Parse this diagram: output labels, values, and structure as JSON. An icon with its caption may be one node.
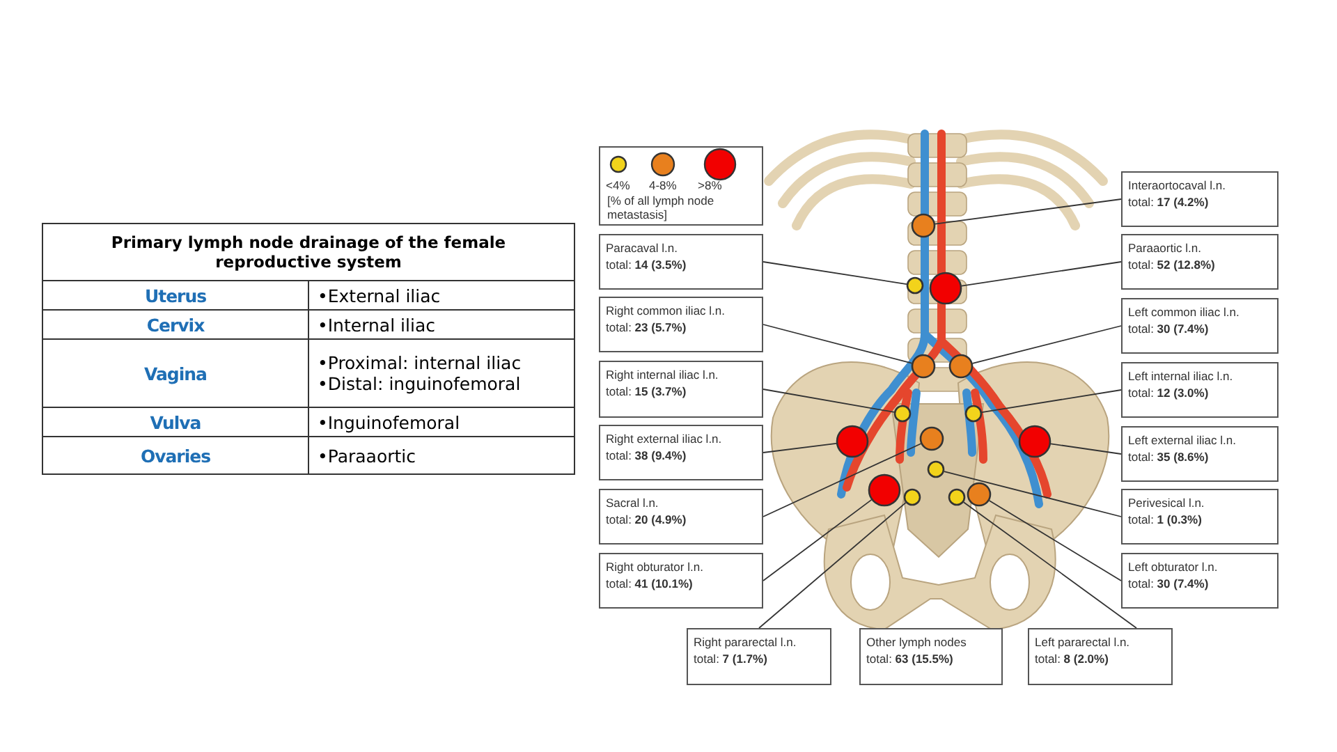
{
  "diagram": {
    "nodes": [
      {
        "text": [
          "Paracaval l.n.",
          "total: **14 (3.5%)**"
        ]
      },
      {
        "text": [
          "Right common iliac l.n.",
          "total: **23 (5.7%)**"
        ]
      },
      {
        "text": [
          "Right internal iliac l.n.",
          "total: **15 (3.7%)**"
        ]
      },
      {
        "text": [
          "Right external iliac l.n.",
          "total: **38 (9.4%)**"
        ]
      },
      {
        "text": [
          "Sacral l.n.",
          "total: **20 (4.9%)**"
        ]
      },
      {
        "text": [
          "Right obturator l.n.",
          "total: **41 (10.1%)**"
        ]
      },
      {
        "text": [
          "Interaortocaval l.n.",
          "total: **17 (4.2%)**"
        ]
      },
      {
        "text": [
          "Paraaortic l.n.",
          "total: **52 (12.8%)**"
        ]
      },
      {
        "text": [
          "Left common iliac l.n.",
          "total: **30 (7.4%)**"
        ]
      },
      {
        "text": [
          "Left internal iliac l.n.",
          "total: **12 (3.0%)**"
        ]
      },
      {
        "text": [
          "Left external iliac l.n.",
          "total: **35 (8.6%)**"
        ]
      },
      {
        "text": [
          "Perivesical  l.n.",
          "total: **1 (0.3%)**"
        ]
      },
      {
        "text": [
          "Left obturator l.n.",
          "total: **30 (7.4%)**"
        ]
      },
      {
        "text": [
          "Right pararectal l.n.",
          "total: **7 (1.7%)**"
        ]
      },
      {
        "text": [
          "Other lymph nodes",
          "total: **63 (15.5%)**"
        ]
      },
      {
        "text": [
          "Left pararectal l.n.",
          "total: **8 (2.0%)**"
        ]
      },
      {
        "text": [],
        "shape": "circle"
      },
      {
        "text": [],
        "shape": "circle"
      },
      {
        "text": [],
        "shape": "circle"
      },
      {
        "text": [],
        "shape": "circle"
      },
      {
        "text": [],
        "shape": "circle"
      },
      {
        "text": [],
        "shape": "circle"
      },
      {
        "text": [],
        "shape": "circle"
      },
      {
        "text": [],
        "shape": "circle"
      },
      {
        "text": [],
        "shape": "circle"
      },
      {
        "text": [],
        "shape": "circle"
      },
      {
        "text": [],
        "shape": "circle"
      },
      {
        "text": [],
        "shape": "circle"
      },
      {
        "text": [],
        "shape": "circle"
      },
      {
        "text": [],
        "shape": "circle"
      },
      {
        "text": [],
        "shape": "circle"
      }
    ],
    "edges": [
      {
        "from": 0,
        "to": 17,
        "arrow": "none"
      },
      {
        "from": 1,
        "to": 19,
        "arrow": "none"
      },
      {
        "from": 2,
        "to": 21,
        "arrow": "none"
      },
      {
        "from": 3,
        "to": 23,
        "arrow": "none"
      },
      {
        "from": 4,
        "to": 24,
        "arrow": "none"
      },
      {
        "from": 5,
        "to": 27,
        "arrow": "none"
      },
      {
        "from": 6,
        "to": 16,
        "arrow": "none"
      },
      {
        "from": 7,
        "to": 18,
        "arrow": "none"
      },
      {
        "from": 8,
        "to": 20,
        "arrow": "none"
      },
      {
        "from": 9,
        "to": 22,
        "arrow": "none"
      },
      {
        "from": 10,
        "to": 25,
        "arrow": "none"
      },
      {
        "from": 11,
        "to": 26,
        "arrow": "none"
      },
      {
        "from": 12,
        "to": 30,
        "arrow": "none"
      },
      {
        "from": 13,
        "to": 28,
        "arrow": "none"
      },
      {
        "from": 15,
        "to": 29,
        "arrow": "none"
      }
    ],
    "labels": [
      "Primary lymph node drainage of the female reproductive system",
      "Uterus",
      "•External iliac",
      "Cervix",
      "•Internal iliac",
      "Vagina",
      "•Proximal: internal iliac",
      "•Distal: inguinofemoral",
      "Vulva",
      "•Inguinofemoral",
      "Ovaries",
      "•Paraaortic",
      "[% of all lymph node metastasis]"
    ],
    "legend": [
      {
        "text": "<4%",
        "color": "#f2d31b"
      },
      {
        "text": "4-8%",
        "color": "#e8801e"
      },
      {
        "text": ">8%",
        "color": "#f20000"
      }
    ]
  }
}
